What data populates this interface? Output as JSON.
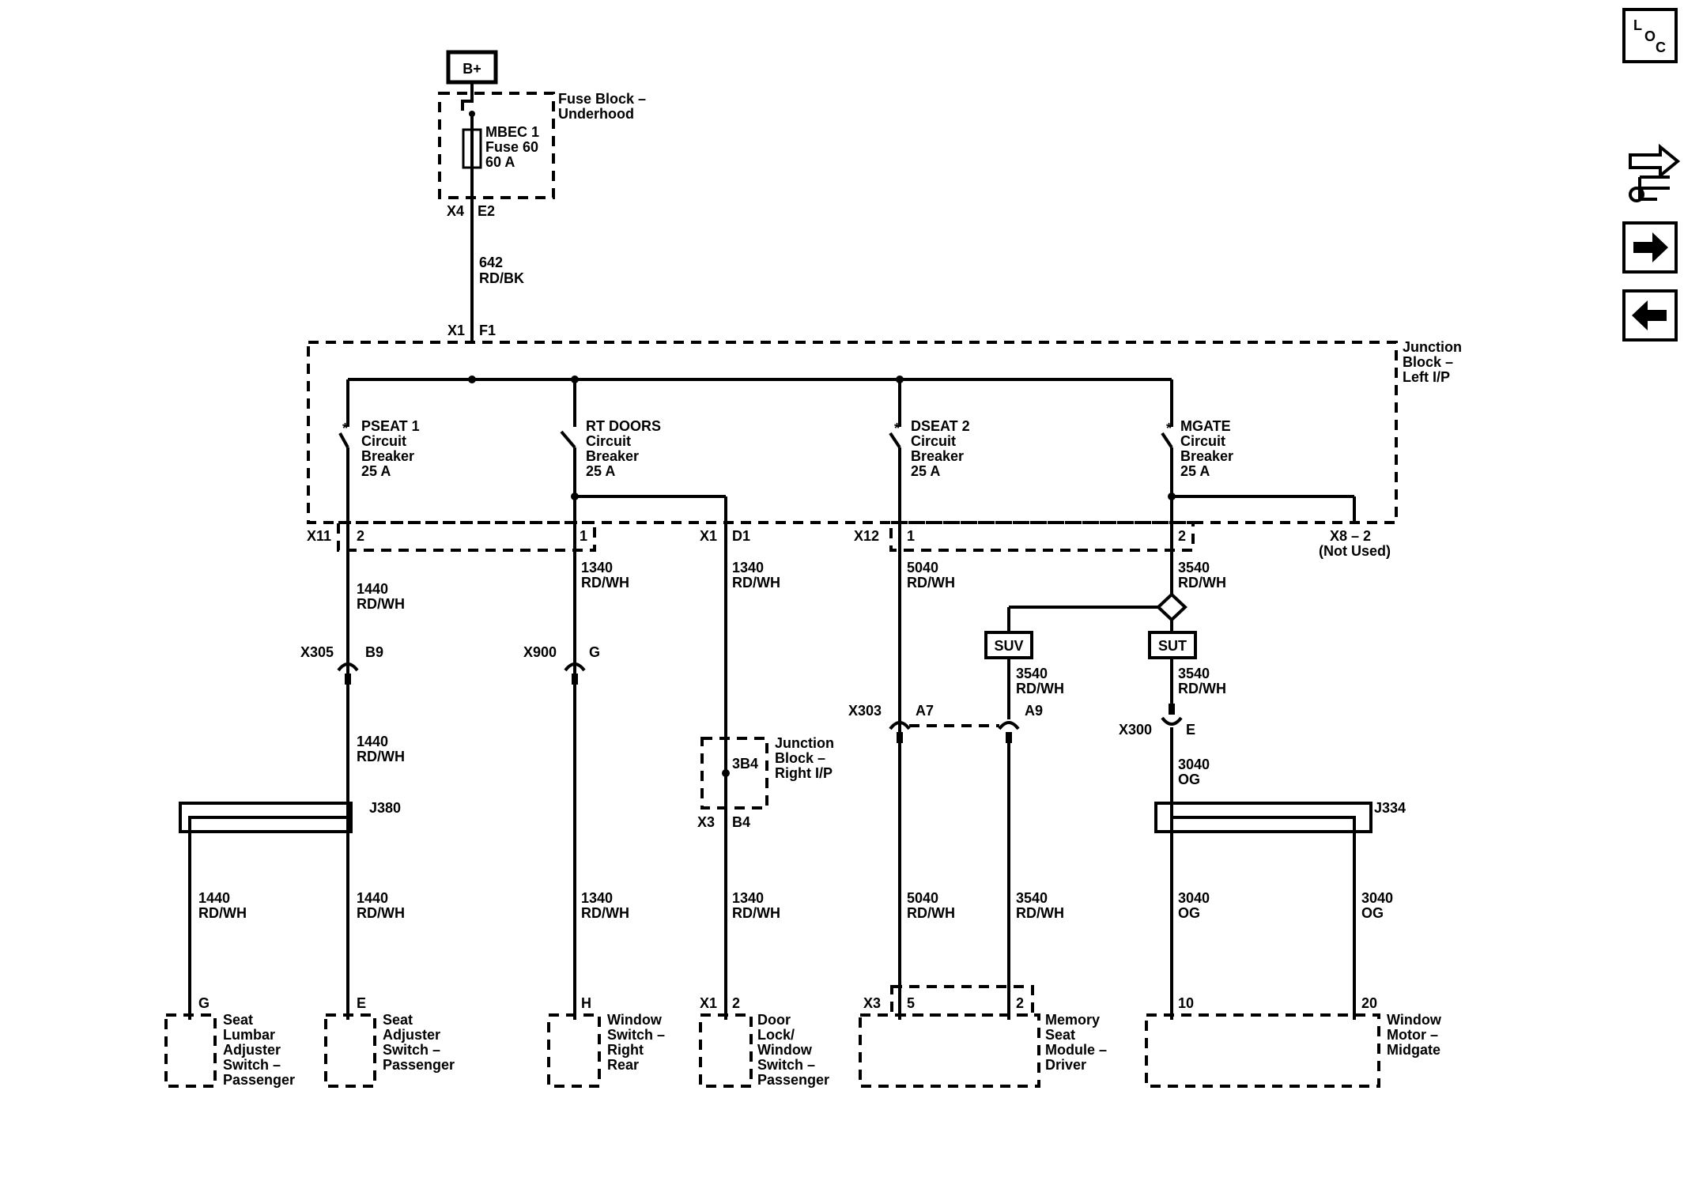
{
  "power": {
    "source": "B+"
  },
  "fuse_block": {
    "name_l1": "Fuse Block –",
    "name_l2": "Underhood",
    "fuse_l1": "MBEC 1",
    "fuse_l2": "Fuse 60",
    "fuse_l3": "60 A",
    "conn": "X4",
    "pin": "E2"
  },
  "feed_wire": {
    "num": "642",
    "color": "RD/BK"
  },
  "junction_left": {
    "name_l1": "Junction",
    "name_l2": "Block –",
    "name_l3": "Left I/P",
    "in_conn": "X1",
    "in_pin": "F1"
  },
  "breakers": [
    {
      "name": "PSEAT 1",
      "l2": "Circuit",
      "l3": "Breaker",
      "rating": "25 A"
    },
    {
      "name": "RT DOORS",
      "l2": "Circuit",
      "l3": "Breaker",
      "rating": "25 A"
    },
    {
      "name": "DSEAT 2",
      "l2": "Circuit",
      "l3": "Breaker",
      "rating": "25 A"
    },
    {
      "name": "MGATE",
      "l2": "Circuit",
      "l3": "Breaker",
      "rating": "25 A"
    }
  ],
  "outputs": {
    "x11": "X11",
    "x11_pin": "2",
    "rt_pin": "1",
    "x1": "X1",
    "x1_pin": "D1",
    "x12": "X12",
    "x12_pin": "1",
    "mg_pin": "2",
    "x8": "X8 – 2",
    "x8_note": "(Not Used)"
  },
  "wires": {
    "w1440": {
      "num": "1440",
      "color": "RD/WH"
    },
    "w1340": {
      "num": "1340",
      "color": "RD/WH"
    },
    "w5040": {
      "num": "5040",
      "color": "RD/WH"
    },
    "w3540": {
      "num": "3540",
      "color": "RD/WH"
    },
    "w3040": {
      "num": "3040",
      "color": "OG"
    }
  },
  "connectors": {
    "x305": "X305",
    "x305_pin": "B9",
    "x900": "X900",
    "x900_pin": "G",
    "x303": "X303",
    "x303_pin_a": "A7",
    "x303_pin_b": "A9",
    "x300": "X300",
    "x300_pin": "E",
    "j380": "J380",
    "j334": "J334"
  },
  "options": {
    "suv": "SUV",
    "sut": "SUT"
  },
  "junction_right": {
    "pin": "3B4",
    "name_l1": "Junction",
    "name_l2": "Block –",
    "name_l3": "Right I/P",
    "conn": "X3",
    "out_pin": "B4"
  },
  "components": {
    "lumbar": {
      "pin": "G",
      "l1": "Seat",
      "l2": "Lumbar",
      "l3": "Adjuster",
      "l4": "Switch –",
      "l5": "Passenger"
    },
    "seat_adj": {
      "pin": "E",
      "l1": "Seat",
      "l2": "Adjuster",
      "l3": "Switch –",
      "l4": "Passenger"
    },
    "window_rr": {
      "pin": "H",
      "l1": "Window",
      "l2": "Switch –",
      "l3": "Right",
      "l4": "Rear"
    },
    "door_lock": {
      "conn": "X1",
      "pin": "2",
      "l1": "Door",
      "l2": "Lock/",
      "l3": "Window",
      "l4": "Switch –",
      "l5": "Passenger"
    },
    "memory_seat": {
      "conn": "X3",
      "pin_a": "5",
      "pin_b": "2",
      "l1": "Memory",
      "l2": "Seat",
      "l3": "Module –",
      "l4": "Driver"
    },
    "window_motor": {
      "pin_a": "10",
      "pin_b": "20",
      "l1": "Window",
      "l2": "Motor –",
      "l3": "Midgate"
    }
  },
  "nav": {
    "loc_l": "L",
    "loc_o": "O",
    "loc_c": "C"
  }
}
